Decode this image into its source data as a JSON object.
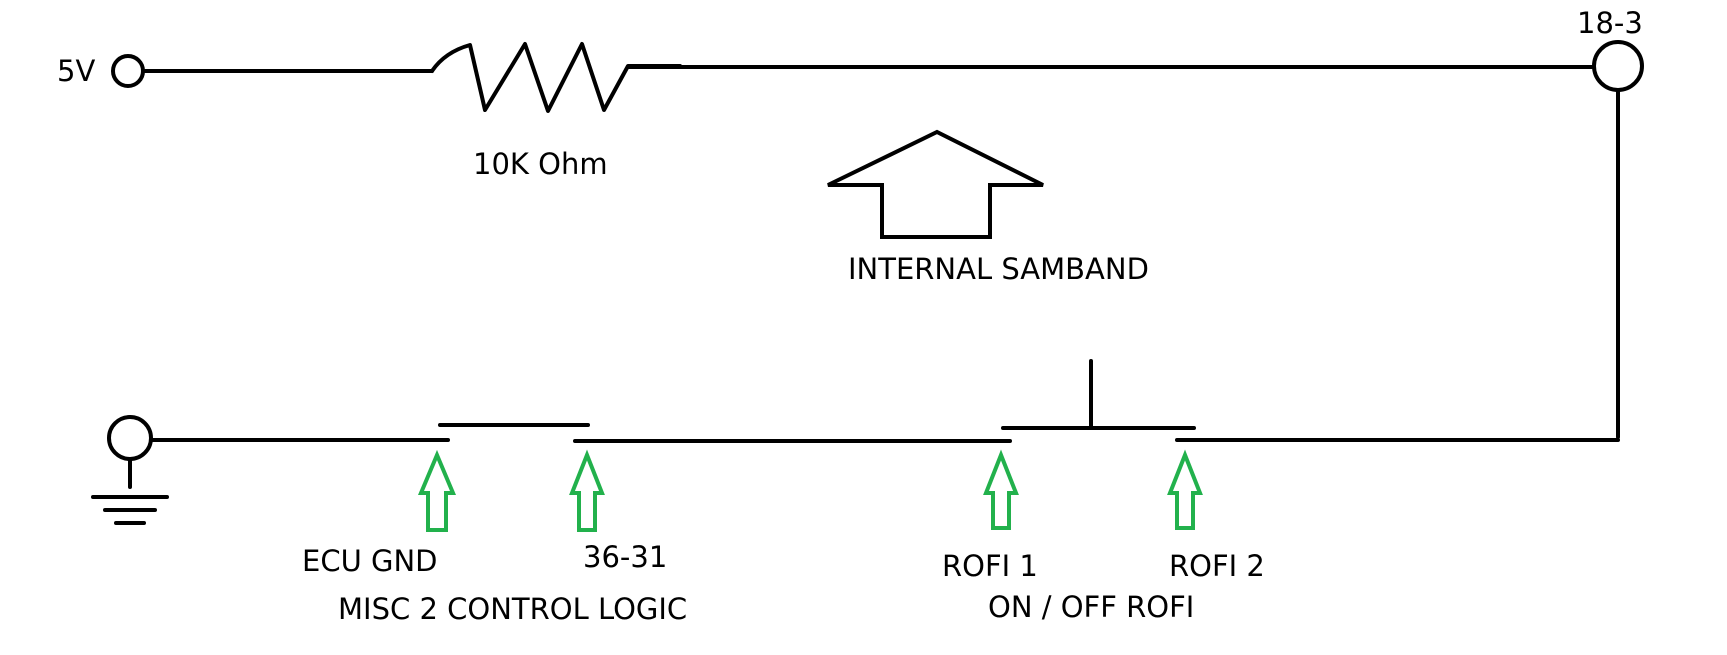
{
  "labels": {
    "supply": "5V",
    "resistor": "10K Ohm",
    "pin_top_right": "18-3",
    "internal": "INTERNAL SAMBAND",
    "ecu_gnd": "ECU GND",
    "pin_36_31": "36-31",
    "misc_logic": "MISC 2 CONTROL LOGIC",
    "rofi1": "ROFI 1",
    "rofi2": "ROFI 2",
    "on_off": "ON / OFF ROFI"
  },
  "colors": {
    "wire": "#000000",
    "pin_arrow": "#22b14c"
  },
  "icons": {
    "supply_terminal": "terminal-circle-icon",
    "output_terminal": "terminal-circle-icon",
    "ground": "ground-symbol-icon",
    "resistor": "resistor-zigzag-icon",
    "internal_arrow": "up-arrow-outline-icon",
    "pin_arrows": "up-arrow-outline-icon",
    "switches": "switch-contact-icon"
  }
}
